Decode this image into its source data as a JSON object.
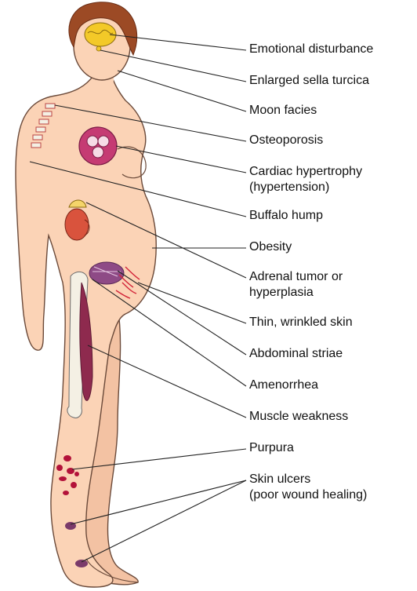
{
  "labels": [
    {
      "id": "emotional",
      "lines": [
        "Emotional disturbance"
      ]
    },
    {
      "id": "sella",
      "lines": [
        "Enlarged sella turcica"
      ]
    },
    {
      "id": "moon",
      "lines": [
        "Moon facies"
      ]
    },
    {
      "id": "osteoporosis",
      "lines": [
        "Osteoporosis"
      ]
    },
    {
      "id": "cardiac",
      "lines": [
        "Cardiac hypertrophy",
        "(hypertension)"
      ]
    },
    {
      "id": "buffalo",
      "lines": [
        "Buffalo hump"
      ]
    },
    {
      "id": "obesity",
      "lines": [
        "Obesity"
      ]
    },
    {
      "id": "adrenal",
      "lines": [
        "Adrenal tumor or",
        "hyperplasia"
      ]
    },
    {
      "id": "thin-skin",
      "lines": [
        "Thin, wrinkled skin"
      ]
    },
    {
      "id": "striae",
      "lines": [
        "Abdominal striae"
      ]
    },
    {
      "id": "amenorrhea",
      "lines": [
        "Amenorrhea"
      ]
    },
    {
      "id": "muscle",
      "lines": [
        "Muscle weakness"
      ]
    },
    {
      "id": "purpura",
      "lines": [
        "Purpura"
      ]
    },
    {
      "id": "ulcers",
      "lines": [
        "Skin ulcers",
        "(poor wound healing)"
      ]
    }
  ],
  "colors": {
    "skin": "#fbd3b6",
    "skin_outline": "#6b4a3a",
    "hair": "#9c4a25",
    "brain": "#f3c928",
    "heart": "#b01f5a",
    "kidney": "#d9533d",
    "adrenal": "#f5d56a",
    "muscle": "#8e2a4e",
    "bone": "#f4f0e4",
    "purpura": "#b3123a",
    "striae": "#d3263a",
    "leader": "#222222"
  }
}
